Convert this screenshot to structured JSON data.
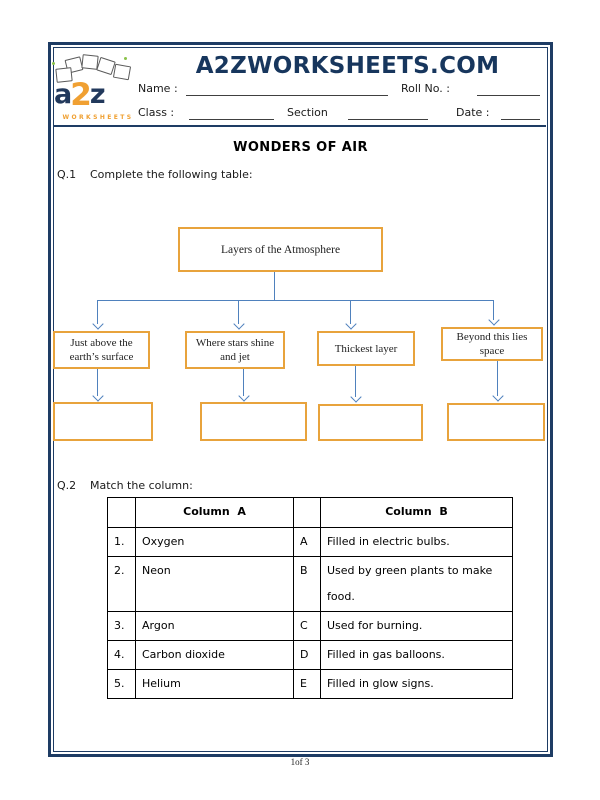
{
  "header": {
    "site_title": "A2ZWORKSHEETS.COM",
    "logo": {
      "letters": [
        "a",
        "2",
        "z"
      ],
      "subtext": "WORKSHEETS"
    },
    "fields": {
      "name_label": "Name :",
      "roll_label": "Roll No. :",
      "class_label": "Class :",
      "section_label": "Section",
      "date_label": "Date :"
    }
  },
  "worksheet": {
    "title": "WONDERS OF AIR",
    "q1_number": "Q.1",
    "q1_text": "Complete the following table:",
    "q2_number": "Q.2",
    "q2_text": "Match the column:"
  },
  "flowchart": {
    "root_label": "Layers of the Atmosphere",
    "branches": [
      {
        "label": "Just above the earth’s surface"
      },
      {
        "label": "Where stars shine and jet"
      },
      {
        "label": "Thickest layer"
      },
      {
        "label": "Beyond this lies space"
      }
    ]
  },
  "match_table": {
    "headers": {
      "col_a": "Column  A",
      "col_b": "Column  B"
    },
    "rows": [
      {
        "num": "1.",
        "item": "Oxygen",
        "letter": "A",
        "desc": "Filled in electric bulbs."
      },
      {
        "num": "2.",
        "item": "Neon",
        "letter": "B",
        "desc": "Used by green plants to make food."
      },
      {
        "num": "3.",
        "item": "Argon",
        "letter": "C",
        "desc": "Used for burning."
      },
      {
        "num": "4.",
        "item": "Carbon dioxide",
        "letter": "D",
        "desc": "Filled in gas balloons."
      },
      {
        "num": "5.",
        "item": "Helium",
        "letter": "E",
        "desc": "Filled in glow signs."
      }
    ]
  },
  "footer": {
    "page_indicator": "1of 3"
  },
  "colors": {
    "brand_navy": "#17365d",
    "frame_navy": "#1e3c64",
    "brand_orange": "#f0a032",
    "box_border_orange": "#e8a33c",
    "arrow_blue": "#4f81bd"
  }
}
